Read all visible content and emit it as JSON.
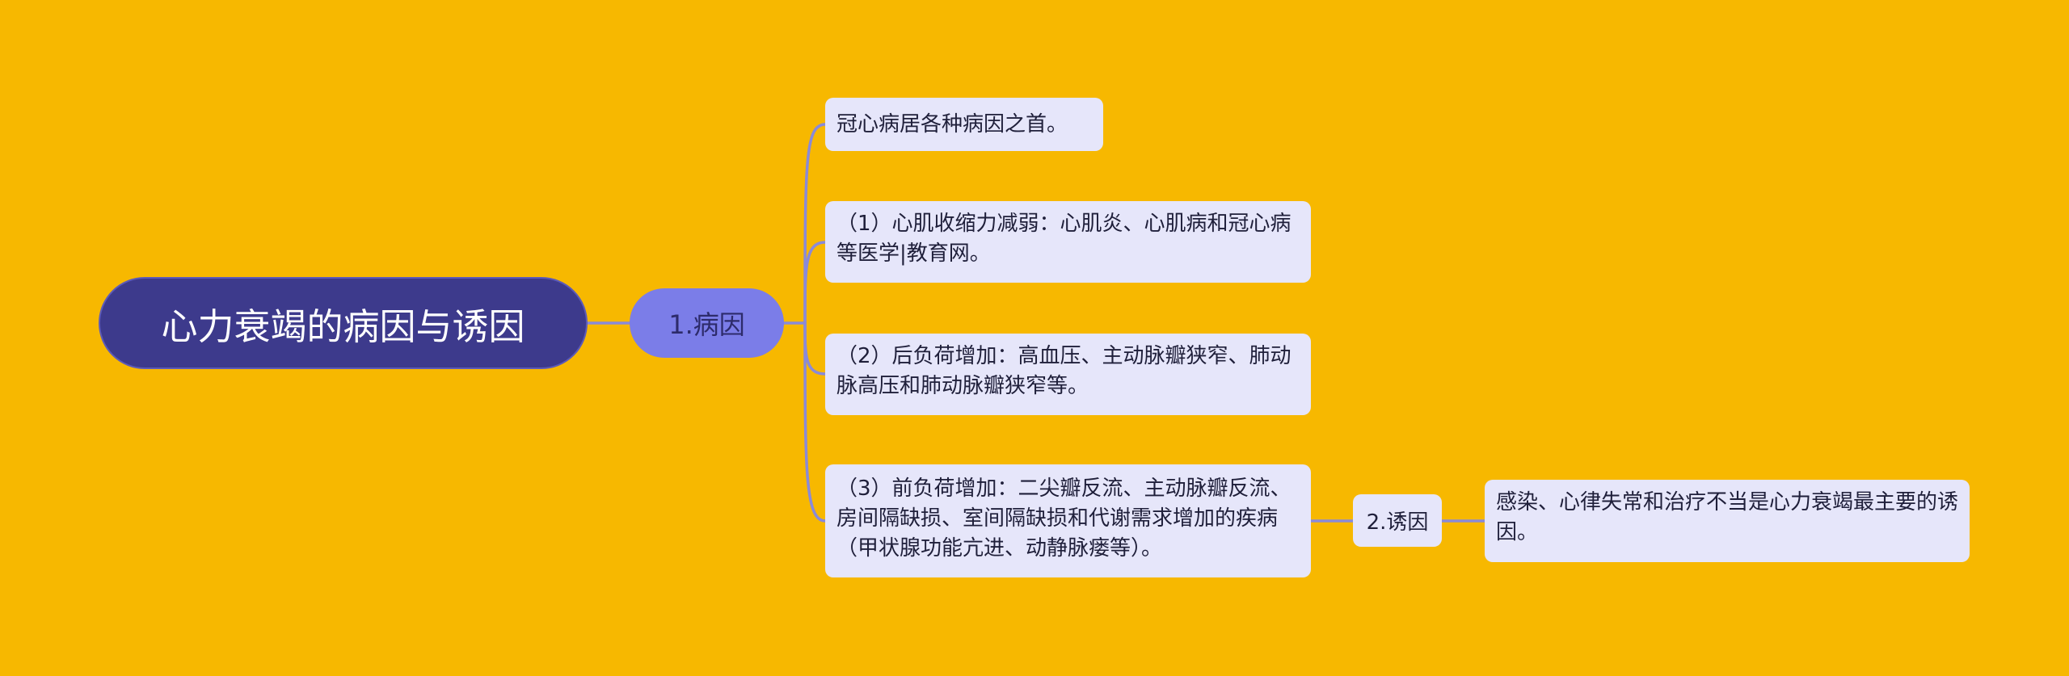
{
  "mindmap": {
    "root": "心力衰竭的病因与诱因",
    "cause_title": "1.病因",
    "cause_items": [
      "冠心病居各种病因之首。",
      "（1）心肌收缩力减弱：心肌炎、心肌病和冠心病等医学|教育网。",
      "（2）后负荷增加：高血压、主动脉瓣狭窄、肺动脉高压和肺动脉瓣狭窄等。",
      "（3）前负荷增加：二尖瓣反流、主动脉瓣反流、房间隔缺损、室间隔缺损和代谢需求增加的疾病（甲状腺功能亢进、动静脉瘘等）。"
    ],
    "trigger_title": "2.诱因",
    "trigger_item": "感染、心律失常和治疗不当是心力衰竭最主要的诱因。"
  },
  "colors": {
    "background": "#F7B800",
    "root_fill": "#3D3A8C",
    "branch_fill": "#7B7DE8",
    "leaf_fill": "#E6E6FA",
    "connector": "#8A8AD8"
  }
}
